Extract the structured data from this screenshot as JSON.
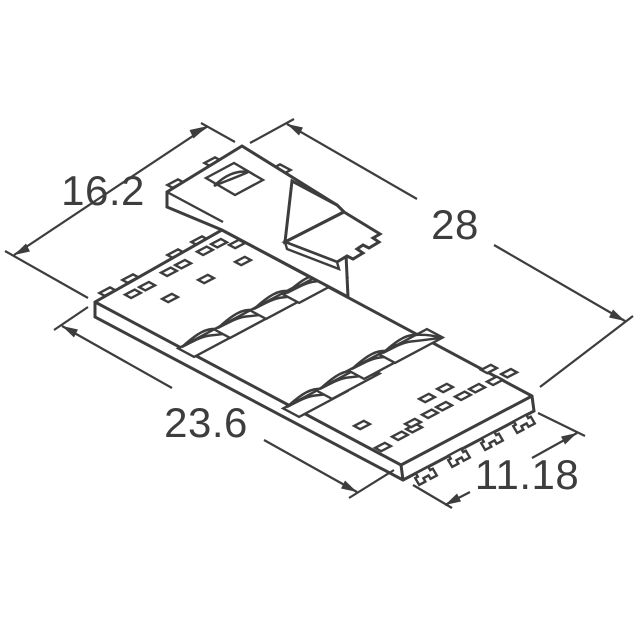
{
  "drawing": {
    "type": "isometric-dimension-drawing",
    "dimensions": {
      "top_left": "16.2",
      "top_right": "28",
      "bottom_left": "23.6",
      "bottom_right": "11.18"
    }
  },
  "colors": {
    "line": "#3d3d3d",
    "background": "#ffffff"
  }
}
